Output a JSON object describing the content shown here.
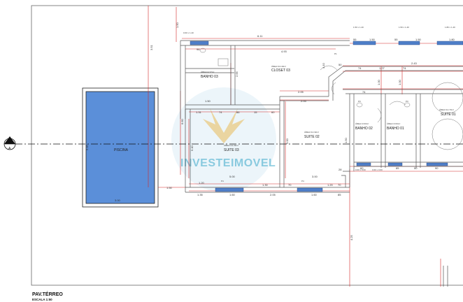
{
  "drawing": {
    "title": "PAV.TÉRREO",
    "scale": "ESCALA 1:50",
    "section_marker": "A",
    "watermark": "INVESTEIMOVEL"
  },
  "rooms": {
    "pool": "PISCINA",
    "closet": "CLOSET 03",
    "bath3": "BANHO 03",
    "suite3": "SUITE 03",
    "suite2": "SUITE 02",
    "bath2": "BANHO 02",
    "bath1": "BANHO 01",
    "suite1": "SUITE 01"
  },
  "areas": {
    "bath3": "ÁREA=4.37m²",
    "closet": "ÁREA=10.40m²",
    "suite3": "ÁREA=12.32m²",
    "suite2": "ÁREA=12.32m²",
    "bath2": "ÁREA=3.60m²",
    "bath1": "ÁREA=3.60m²",
    "suite1": "ÁREA=12.73m²"
  },
  "dimensions": {
    "d_351": "3.51",
    "d_611": "6.11",
    "d_493": "4.93",
    "d_150a": "1.50",
    "d_94": "94",
    "d_265": "2.65",
    "d_150b": "1.50",
    "d_131": "1.31",
    "d_74a": "74",
    "d_86": "86",
    "d_15": "15",
    "d_660": "6.60",
    "d_540": "5.40",
    "d_500": "5.00",
    "d_300a": "3.00",
    "d_120a": "1.20",
    "d_130": "1.30",
    "d_70a": "70",
    "d_120b": "1.20",
    "d_70b": "70",
    "d_135": "1.35",
    "d_160a": "1.60",
    "d_205": "2.05",
    "d_160b": "1.60",
    "d_85a": "85",
    "d_300b": "3.00",
    "d_60": "60",
    "d_150c": "1.50",
    "d_300c": "3.00",
    "d_205b": "2.05",
    "d_410": "4.10",
    "d_243": "2.43",
    "d_74b": "74",
    "d_127": "1.27",
    "d_74c": "74",
    "d_100a": "1.00",
    "d_100b": "1.00",
    "d_74d": "74",
    "d_150d": "1.50",
    "d_55a": "55",
    "d_55b": "55",
    "d_150e": "1.50",
    "d_180": "1.80",
    "d_85b": "85",
    "d_60b": "60",
    "d_50": "50",
    "d_425": "4.25",
    "d_150f": "1.50",
    "d_205c": "2.05",
    "d_28": "28",
    "d_50b": "50",
    "d_90": "90"
  },
  "labels": {
    "p1": "P4",
    "p2": "P4",
    "p3": "P3",
    "p4": "P3",
    "p5": "P1",
    "w1": "1.80 x 1.40",
    "w2": "1.50 x 1.40",
    "w3": "1.50 x 1.40",
    "w4": "0.60 x 1.40",
    "w5": "0.60 x 0.60",
    "w6": "0.60 x 0.60"
  }
}
